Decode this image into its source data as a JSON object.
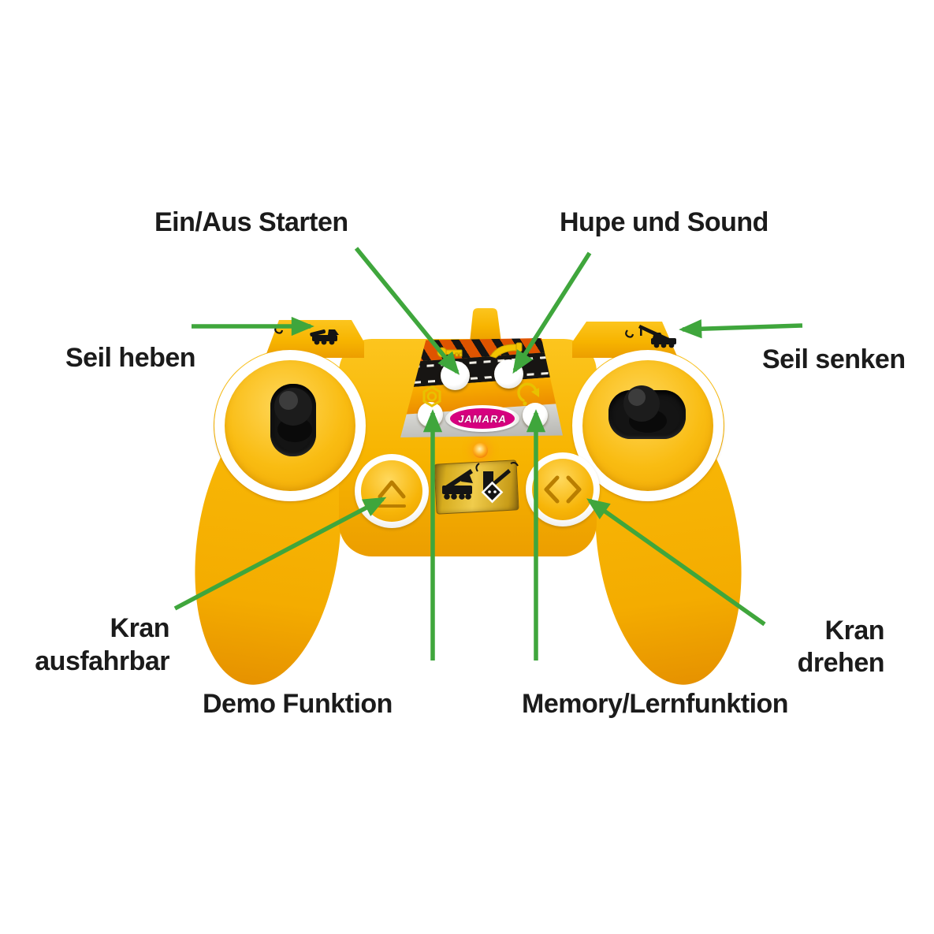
{
  "diagram_title": "RC crane controller function diagram",
  "labels": {
    "ein_aus": "Ein/Aus Starten",
    "hupe": "Hupe und Sound",
    "seil_heben": "Seil heben",
    "seil_senken": "Seil senken",
    "kran_ausfahrbar_line1": "Kran",
    "kran_ausfahrbar_line2": "ausfahrbar",
    "demo": "Demo Funktion",
    "memory": "Memory/Lernfunktion",
    "kran_drehen_line1": "Kran",
    "kran_drehen_line2": "drehen"
  },
  "logo": {
    "text": "JAMARA"
  },
  "led": {
    "state": "on",
    "color": "#FF9C00"
  },
  "colors": {
    "body_yellow": "#F8B900",
    "body_yellow_dark": "#EFA400",
    "arrow_green": "#3FA63C",
    "logo_magenta": "#D6007F",
    "panel_silver": "#C9C9C4",
    "hazard_orange": "#DF5400",
    "road_black": "#171513",
    "label_text": "#1B1B1B",
    "led_orange": "#FF9C00"
  },
  "icons": {
    "crane_truck_hook_up_icon": "crane truck silhouette + hook (Seil heben)",
    "crane_truck_boom_icon": "crane truck with extended boom + hook (Seil senken)",
    "key_icon": "ignition key glyph",
    "horn_icon": "trumpet horn glyph",
    "power_nut_icon": "hexagon nut with circle",
    "rotate_icon": "circular rotation arrow ↻",
    "chevron_up_icon": "⌃",
    "chevron_left_icon": "‹",
    "chevron_right_icon": "›",
    "crane_boom_up_icon": "crane truck with raised boom",
    "crane_swivel_icon": "rotating crane mast with diamond hook block"
  },
  "annotations": [
    {
      "label": "Ein/Aus Starten",
      "target": "top-left white button"
    },
    {
      "label": "Hupe und Sound",
      "target": "top-right white button"
    },
    {
      "label": "Seil heben",
      "target": "left shoulder crane icon"
    },
    {
      "label": "Seil senken",
      "target": "right shoulder crane icon"
    },
    {
      "label": "Kran ausfahrbar",
      "target": "left yellow arrow button"
    },
    {
      "label": "Kran drehen",
      "target": "right yellow arrow button"
    },
    {
      "label": "Demo Funktion",
      "target": "bottom-left white button"
    },
    {
      "label": "Memory/Lernfunktion",
      "target": "bottom-right white button"
    }
  ]
}
